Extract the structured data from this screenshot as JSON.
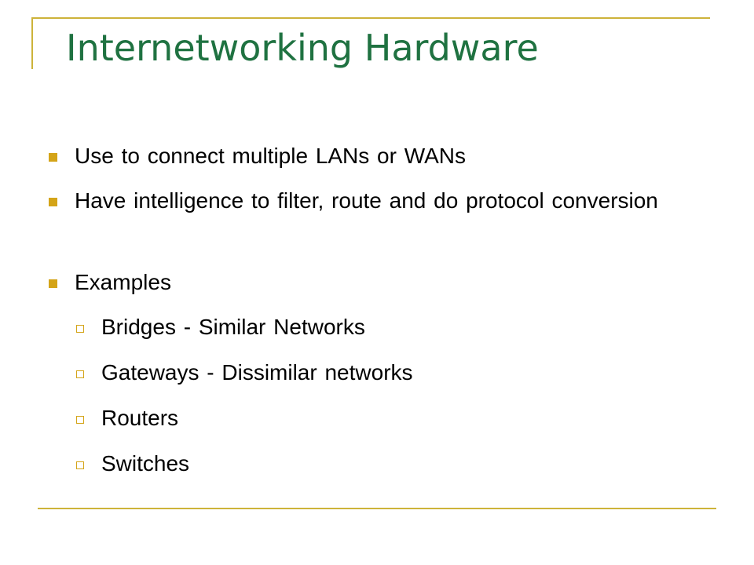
{
  "slide": {
    "title": "Internetworking Hardware",
    "bullets": [
      {
        "text": "Use to connect multiple LANs or WANs",
        "level": 1
      },
      {
        "text": "Have intelligence to filter, route and do protocol conversion",
        "level": 1
      },
      {
        "text": "Examples",
        "level": 1
      },
      {
        "text": "Bridges - Similar Networks",
        "level": 2
      },
      {
        "text": "Gateways - Dissimilar networks",
        "level": 2
      },
      {
        "text": "Routers",
        "level": 2
      },
      {
        "text": "Switches",
        "level": 2
      }
    ]
  },
  "colors": {
    "title": "#1f7241",
    "accent": "#cdb33a",
    "bullet_square": "#d4a418",
    "text": "#000000"
  }
}
